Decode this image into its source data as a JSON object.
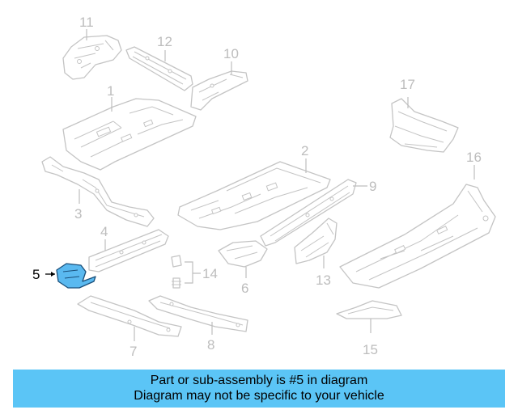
{
  "diagram": {
    "callouts": {
      "c1": "1",
      "c2": "2",
      "c3": "3",
      "c4": "4",
      "c5": "5",
      "c6": "6",
      "c7": "7",
      "c8": "8",
      "c9": "9",
      "c10": "10",
      "c11": "11",
      "c12": "12",
      "c13": "13",
      "c14": "14",
      "c15": "15",
      "c16": "16",
      "c17": "17"
    },
    "highlighted_part": "5",
    "highlight_color": "#5ab9f0"
  },
  "banner": {
    "line1": "Part or sub-assembly is #5 in diagram",
    "line2": "Diagram may not be specific to your vehicle",
    "background_color": "#5bc5f6"
  }
}
